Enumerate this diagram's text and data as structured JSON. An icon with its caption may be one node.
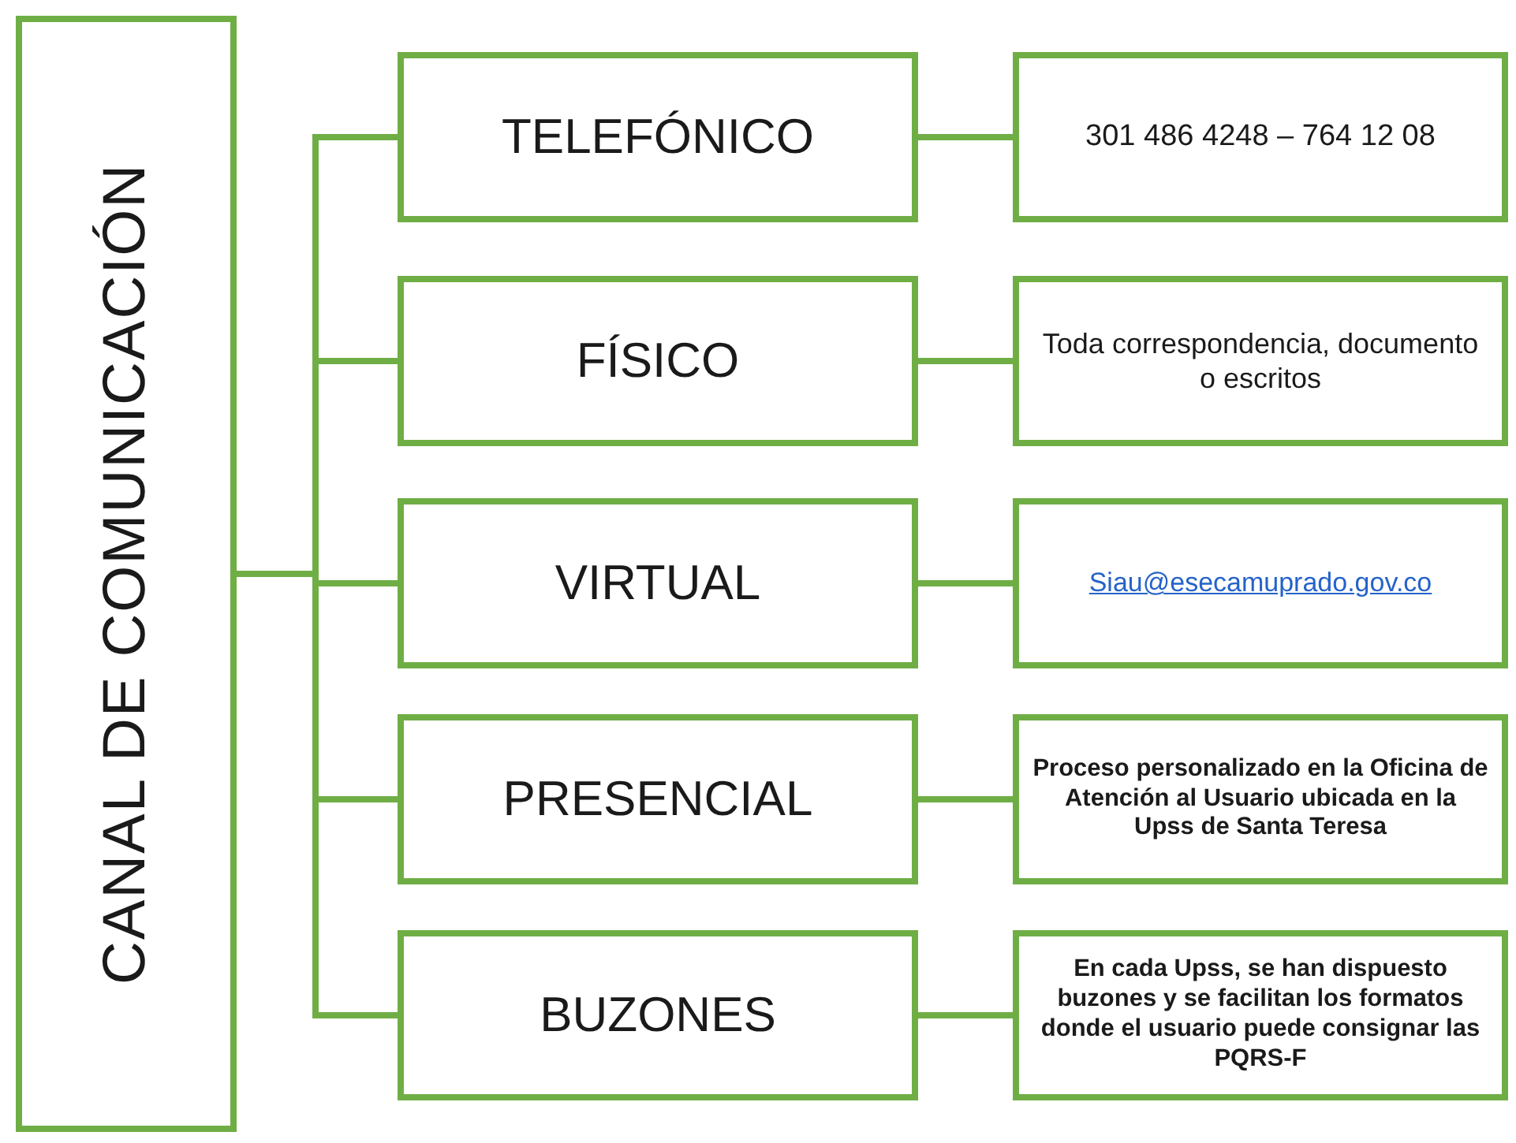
{
  "diagram": {
    "nodes": [
      {
        "text": [
          "CANAL DE COMUNICACIÓN"
        ]
      },
      {
        "text": [
          "TELEFÓNICO"
        ]
      },
      {
        "text": [
          "FÍSICO"
        ]
      },
      {
        "text": [
          "VIRTUAL"
        ]
      },
      {
        "text": [
          "PRESENCIAL"
        ]
      },
      {
        "text": [
          "BUZONES"
        ]
      },
      {
        "text": [
          "301 486 4248 – 764 12 08"
        ]
      },
      {
        "text": [
          "Toda correspondencia, documento o escritos"
        ]
      },
      {
        "text": [
          "Siau@esecamuprado.gov.co"
        ]
      },
      {
        "text": [
          "Proceso personalizado en la Oficina de Atención al Usuario ubicada en la Upss de Santa Teresa"
        ]
      },
      {
        "text": [
          "En cada Upss, se han dispuesto buzones y se facilitan los formatos donde el usuario puede consignar las PQRS-F"
        ]
      }
    ],
    "edges": [
      {
        "from": 0,
        "to": 1,
        "arrow": "none"
      },
      {
        "from": 0,
        "to": 2,
        "arrow": "none"
      },
      {
        "from": 0,
        "to": 3,
        "arrow": "none"
      },
      {
        "from": 0,
        "to": 4,
        "arrow": "none"
      },
      {
        "from": 0,
        "to": 5,
        "arrow": "none"
      },
      {
        "from": 1,
        "to": 6,
        "arrow": "none"
      },
      {
        "from": 2,
        "to": 7,
        "arrow": "none"
      },
      {
        "from": 3,
        "to": 8,
        "arrow": "none"
      },
      {
        "from": 4,
        "to": 9,
        "arrow": "none"
      },
      {
        "from": 5,
        "to": 10,
        "arrow": "none"
      }
    ]
  }
}
